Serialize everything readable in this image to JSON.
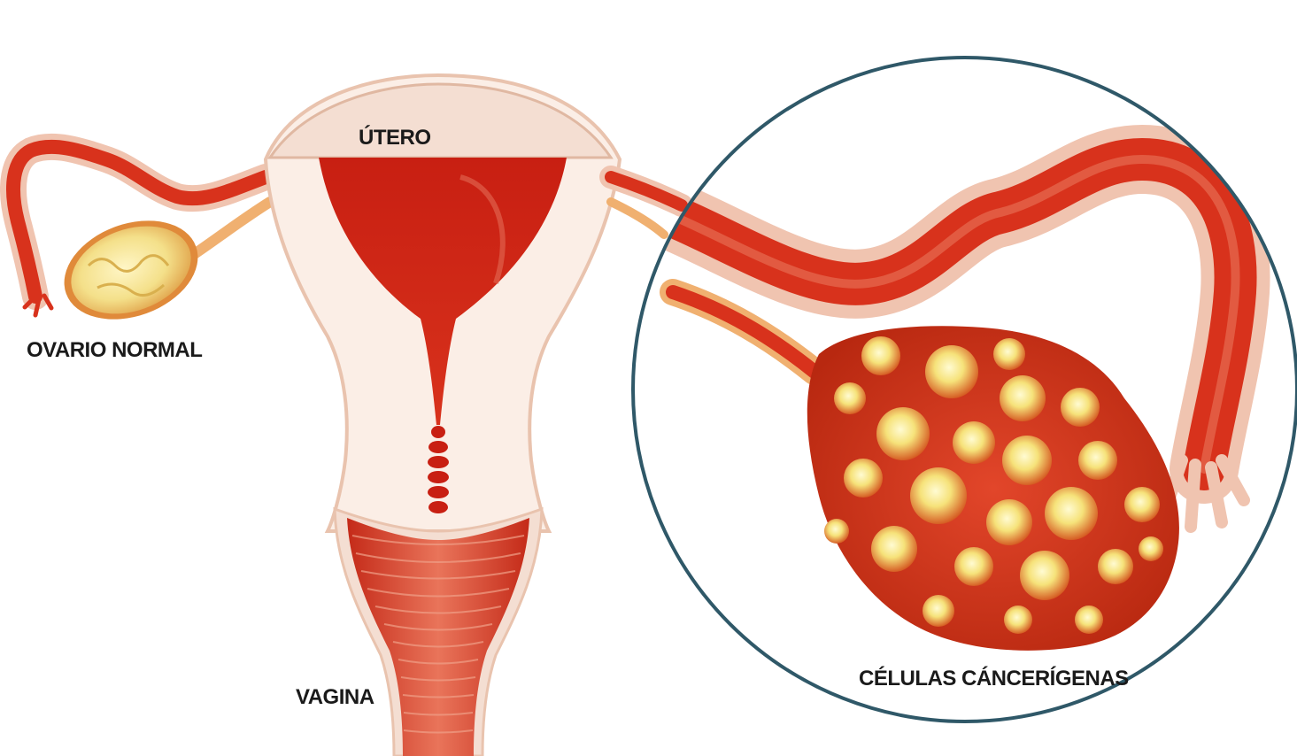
{
  "labels": {
    "utero": "ÚTERO",
    "ovario_normal": "OVARIO NORMAL",
    "vagina": "VAGINA",
    "celulas_cancerigenas": "CÉLULAS CÁNCERÍGENAS"
  },
  "colors": {
    "tissue_red": "#d8321c",
    "tissue_dark_red": "#b5200e",
    "tissue_light": "#f4ded2",
    "tissue_pale": "#fbeee6",
    "ovary_yellow": "#f4e08a",
    "tumor_glow": "#fff3a8",
    "magnifier_ring": "#2f5868",
    "label_text": "#1a1a1a"
  }
}
